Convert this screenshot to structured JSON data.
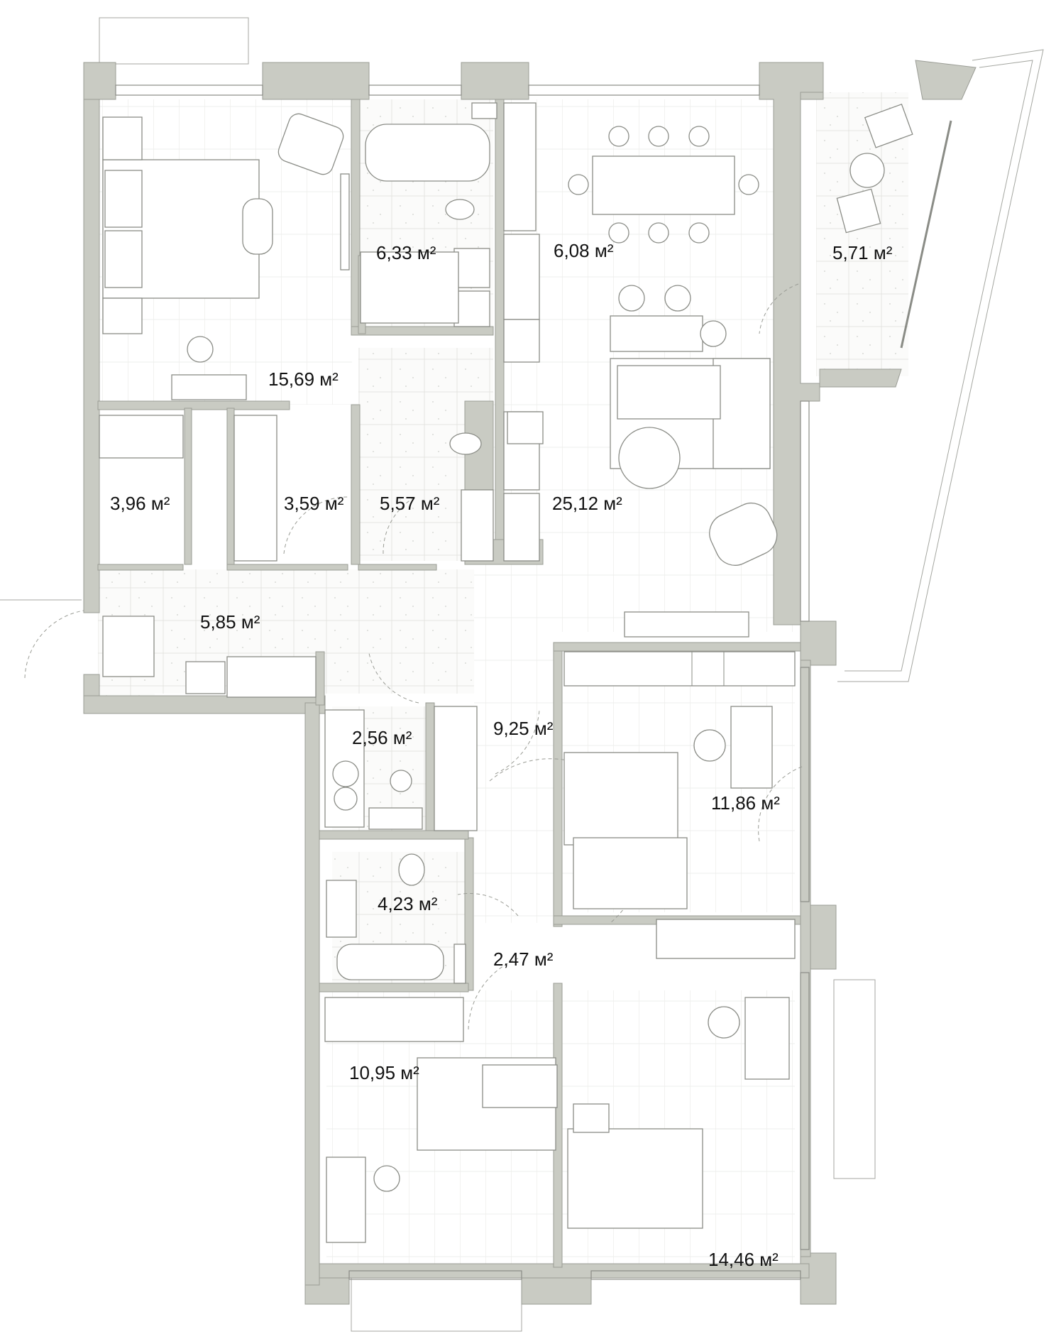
{
  "colors": {
    "wall": "#c9cbc3",
    "line": "#8a8c86",
    "label": "#111111",
    "background": "#ffffff"
  },
  "rooms": [
    {
      "id": "bedroom-master",
      "area": "15,69 м²"
    },
    {
      "id": "bathroom-1",
      "area": "6,33 м²"
    },
    {
      "id": "kitchen",
      "area": "6,08 м²"
    },
    {
      "id": "balcony",
      "area": "5,71 м²"
    },
    {
      "id": "closet-1",
      "area": "3,96 м²"
    },
    {
      "id": "closet-2",
      "area": "3,59 м²"
    },
    {
      "id": "shower-room",
      "area": "5,57 м²"
    },
    {
      "id": "living-room",
      "area": "25,12 м²"
    },
    {
      "id": "entrance-hall",
      "area": "5,85 м²"
    },
    {
      "id": "laundry",
      "area": "2,56 м²"
    },
    {
      "id": "corridor",
      "area": "9,25 м²"
    },
    {
      "id": "bedroom-2",
      "area": "11,86 м²"
    },
    {
      "id": "bathroom-2",
      "area": "4,23 м²"
    },
    {
      "id": "hallway",
      "area": "2,47 м²"
    },
    {
      "id": "bedroom-3",
      "area": "10,95 м²"
    },
    {
      "id": "bedroom-4",
      "area": "14,46 м²"
    }
  ]
}
